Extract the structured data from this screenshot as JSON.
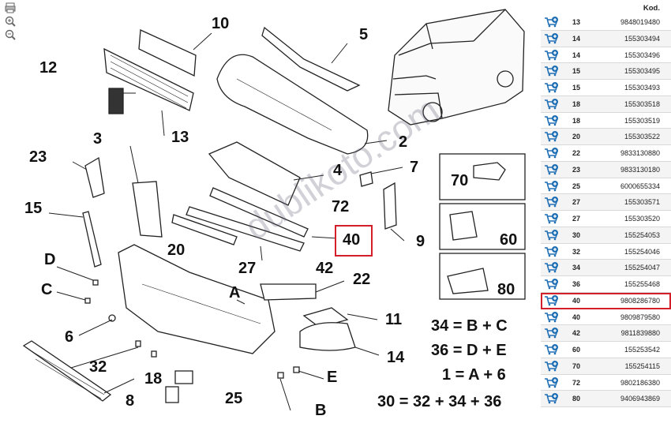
{
  "zoom_tools": [
    "print-icon",
    "zoom-in-icon",
    "zoom-out-icon"
  ],
  "diagram": {
    "labels": [
      "10",
      "5",
      "12",
      "13",
      "2",
      "3",
      "23",
      "4",
      "7",
      "15",
      "72",
      "9",
      "70",
      "60",
      "20",
      "27",
      "40",
      "42",
      "D",
      "80",
      "C",
      "22",
      "A",
      "6",
      "11",
      "32",
      "14",
      "18",
      "E",
      "8",
      "25",
      "B"
    ],
    "watermark": "dublikoto.com",
    "highlighted_label": "40",
    "formulas": [
      "34 = B + C",
      "36 = D + E",
      "1 = A + 6",
      "30 = 32 + 34 + 36"
    ]
  },
  "parts_table": {
    "header": "Kod.",
    "rows": [
      {
        "ref": "13",
        "code": "9848019480"
      },
      {
        "ref": "14",
        "code": "155303494"
      },
      {
        "ref": "14",
        "code": "155303496"
      },
      {
        "ref": "15",
        "code": "155303495"
      },
      {
        "ref": "15",
        "code": "155303493"
      },
      {
        "ref": "18",
        "code": "155303518"
      },
      {
        "ref": "18",
        "code": "155303519"
      },
      {
        "ref": "20",
        "code": "155303522"
      },
      {
        "ref": "22",
        "code": "9833130880"
      },
      {
        "ref": "23",
        "code": "9833130180"
      },
      {
        "ref": "25",
        "code": "6000655334"
      },
      {
        "ref": "27",
        "code": "155303571"
      },
      {
        "ref": "27",
        "code": "155303520"
      },
      {
        "ref": "30",
        "code": "155254053"
      },
      {
        "ref": "32",
        "code": "155254046"
      },
      {
        "ref": "34",
        "code": "155254047"
      },
      {
        "ref": "36",
        "code": "155255468"
      },
      {
        "ref": "40",
        "code": "9808286780"
      },
      {
        "ref": "40",
        "code": "9809879580"
      },
      {
        "ref": "42",
        "code": "9811839880"
      },
      {
        "ref": "60",
        "code": "155253542"
      },
      {
        "ref": "70",
        "code": "155254115"
      },
      {
        "ref": "72",
        "code": "9802186380"
      },
      {
        "ref": "80",
        "code": "9406943869"
      }
    ],
    "selected_index": 17
  },
  "colors": {
    "highlight": "#d21f2a",
    "cart": "#1f6fb5",
    "line": "#222222"
  }
}
